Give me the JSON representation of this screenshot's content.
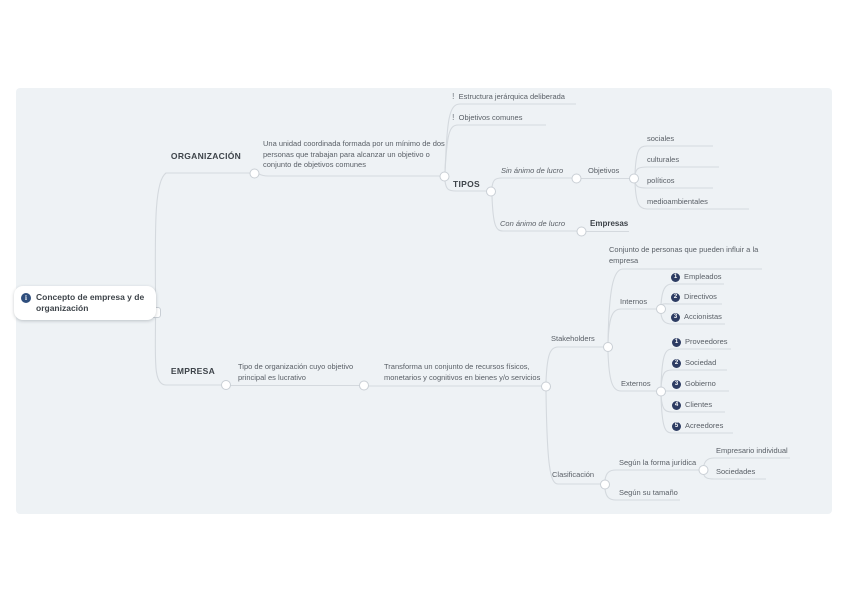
{
  "colors": {
    "canvas_bg": "#eef2f5",
    "wire": "#d4d9de",
    "dot_stroke": "#c9cfd5",
    "text": "#595f66",
    "bold_text": "#3d4349",
    "badge_bg": "#2d3c63",
    "info_icon_bg": "#2f4e7d"
  },
  "root": {
    "label": "Concepto de empresa y de organización",
    "icon": "info-icon"
  },
  "organizacion": {
    "label": "ORGANIZACIÓN",
    "definition": "Una unidad coordinada formada por un mínimo de dos personas que trabajan para alcanzar un objetivo o conjunto de objetivos comunes",
    "features": [
      {
        "icon": "!",
        "label": "Estructura jerárquica deliberada"
      },
      {
        "icon": "!",
        "label": "Objetivos comunes"
      }
    ],
    "tipos": {
      "label": "TIPOS",
      "sin_animo": {
        "label": "Sin ánimo de lucro",
        "objetivos": {
          "label": "Objetivos",
          "items": [
            "sociales",
            "culturales",
            "políticos",
            "medioambientales"
          ]
        }
      },
      "con_animo": {
        "label": "Con ánimo de lucro",
        "result": "Empresas"
      }
    }
  },
  "empresa": {
    "label": "EMPRESA",
    "definition": "Tipo de organización cuyo objetivo principal es lucrativo",
    "transforma": "Transforma un conjunto de recursos físicos, monetarios y cognitivos en bienes y/o servicios",
    "stakeholders": {
      "label": "Stakeholders",
      "definition": "Conjunto de personas que pueden influir a la empresa",
      "internos": {
        "label": "Internos",
        "items": [
          {
            "num": "1",
            "label": "Empleados"
          },
          {
            "num": "2",
            "label": "Directivos"
          },
          {
            "num": "3",
            "label": "Accionistas"
          }
        ]
      },
      "externos": {
        "label": "Externos",
        "items": [
          {
            "num": "1",
            "label": "Proveedores"
          },
          {
            "num": "2",
            "label": "Sociedad"
          },
          {
            "num": "3",
            "label": "Gobierno"
          },
          {
            "num": "4",
            "label": "Clientes"
          },
          {
            "num": "5",
            "label": "Acreedores"
          }
        ]
      }
    },
    "clasificacion": {
      "label": "Clasificación",
      "forma_juridica": {
        "label": "Según la forma jurídica",
        "items": [
          "Empresario individual",
          "Sociedades"
        ]
      },
      "tamano": {
        "label": "Según su tamaño"
      }
    }
  }
}
